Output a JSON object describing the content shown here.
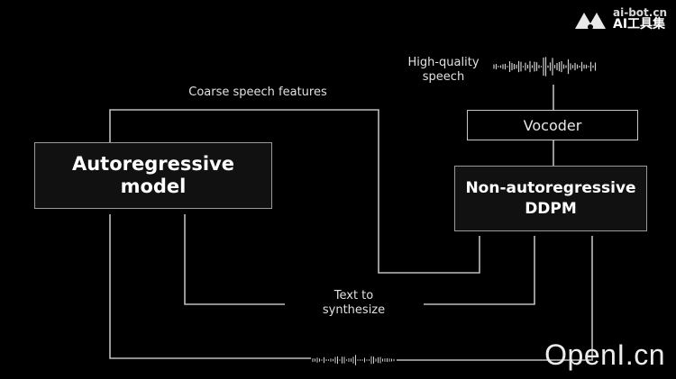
{
  "boxes": {
    "autoregressive": "Autoregressive\nmodel",
    "ddpm": "Non-autoregressive\nDDPM",
    "vocoder": "Vocoder"
  },
  "labels": {
    "coarse": "Coarse speech features",
    "text": "Text to\nsynthesize",
    "hq": "High-quality\nspeech"
  },
  "watermarks": {
    "top_url": "ai-bot.cn",
    "top_name": "AI工具集",
    "bottom": "OpenI.cn"
  }
}
